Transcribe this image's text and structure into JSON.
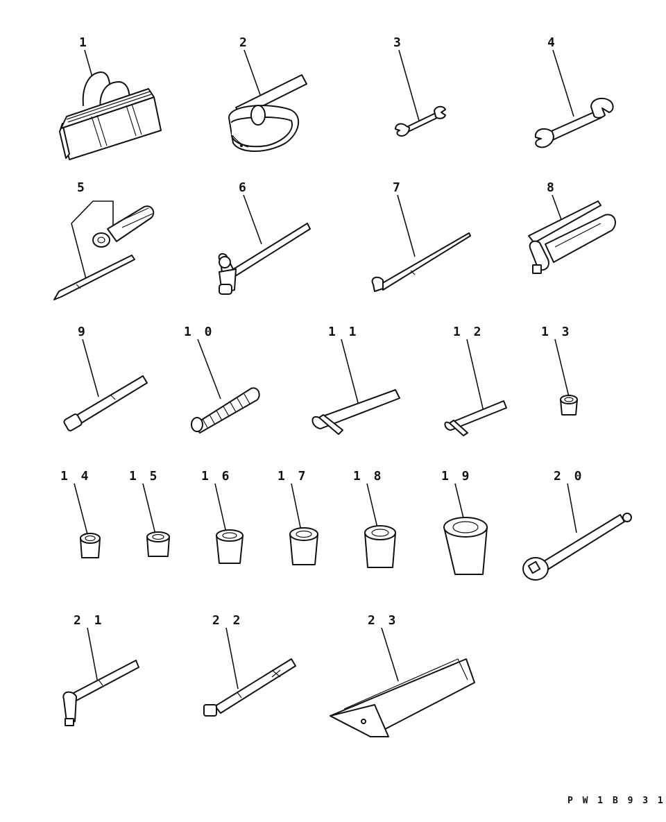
{
  "parts": [
    {
      "label": "1",
      "name": "tool-bag"
    },
    {
      "label": "2",
      "name": "filter-wrench"
    },
    {
      "label": "3",
      "name": "small-open-end-wrench"
    },
    {
      "label": "4",
      "name": "large-open-end-wrench"
    },
    {
      "label": "5",
      "name": "screwdriver"
    },
    {
      "label": "6",
      "name": "hammer"
    },
    {
      "label": "7",
      "name": "pry-bar"
    },
    {
      "label": "8",
      "name": "grease-gun"
    },
    {
      "label": "9",
      "name": "grease-nozzle"
    },
    {
      "label": "1 0",
      "name": "grease-hose"
    },
    {
      "label": "1 1",
      "name": "large-hex-key"
    },
    {
      "label": "1 2",
      "name": "small-hex-key"
    },
    {
      "label": "1 3",
      "name": "socket-13"
    },
    {
      "label": "1 4",
      "name": "socket-14"
    },
    {
      "label": "1 5",
      "name": "socket-15"
    },
    {
      "label": "1 6",
      "name": "socket-16"
    },
    {
      "label": "1 7",
      "name": "socket-17"
    },
    {
      "label": "1 8",
      "name": "socket-18"
    },
    {
      "label": "1 9",
      "name": "socket-19"
    },
    {
      "label": "2 0",
      "name": "extension-bar"
    },
    {
      "label": "2 1",
      "name": "l-handle"
    },
    {
      "label": "2 2",
      "name": "universal-joint-handle"
    },
    {
      "label": "2 3",
      "name": "tool-pouch"
    }
  ],
  "drawing_code": "P W 1 B 9 3 1"
}
